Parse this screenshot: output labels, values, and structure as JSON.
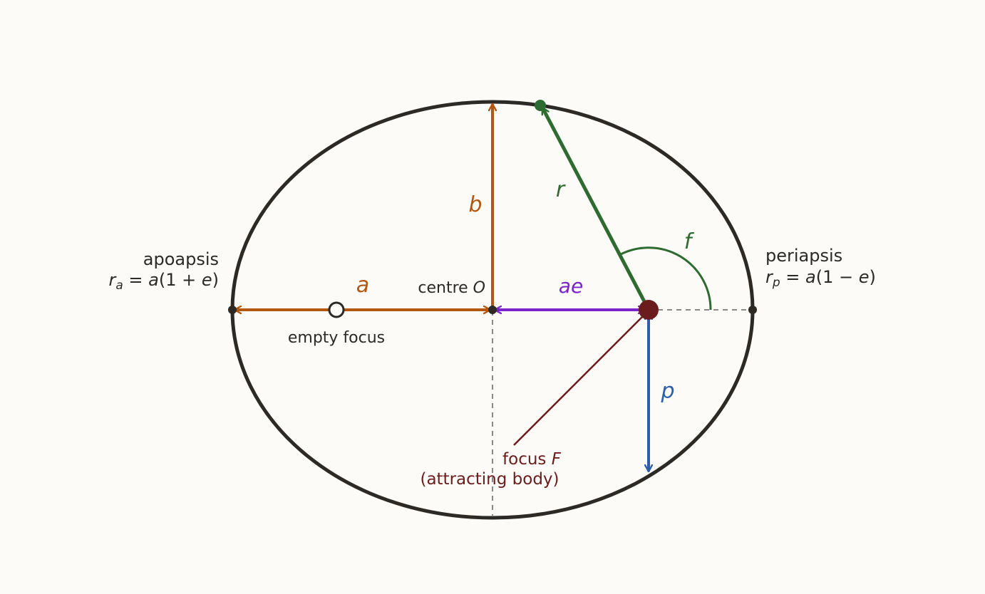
{
  "colors": {
    "background": "#fcfbf8",
    "ellipse": "#2d2a26",
    "semi_axis": "#b5560f",
    "focal_offset": "#7b24c9",
    "radius": "#2e6b30",
    "semi_latus": "#2d5fa8",
    "focus": "#6b1c1c",
    "guide": "#888888",
    "text": "#2d2a26"
  },
  "labels": {
    "a": "a",
    "b": "b",
    "r": "r",
    "f": "f",
    "p": "p",
    "ae": "ae",
    "centre": "centre",
    "centre_symbol": "O",
    "empty_focus": "empty focus",
    "focus": "focus",
    "focus_symbol": "F",
    "attracting_body": "(attracting body)",
    "apoapsis": "apoapsis",
    "periapsis": "periapsis",
    "apoapsis_formula": {
      "r": "r",
      "sub": "a",
      "eq": " = ",
      "a": "a",
      "open": "(1 + ",
      "e": "e",
      "close": ")"
    },
    "periapsis_formula": {
      "r": "r",
      "sub": "p",
      "eq": " = ",
      "a": "a",
      "open": "(1 − ",
      "e": "e",
      "close": ")"
    }
  }
}
